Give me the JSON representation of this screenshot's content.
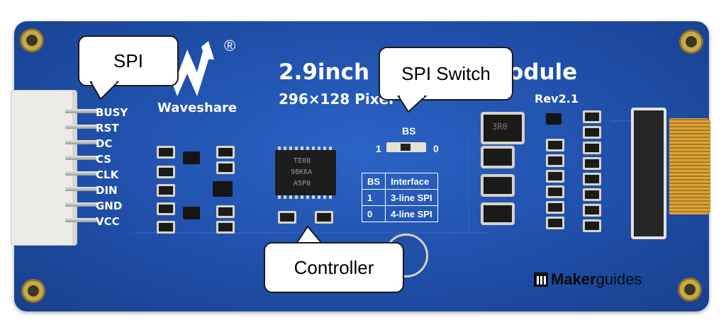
{
  "board": {
    "logo_text": "Waveshare",
    "registered_mark": "®",
    "title": "2.9inch",
    "title_tail": "odule",
    "subtitle": "296×128 Pixel",
    "revision": "Rev2.1",
    "bs_label": "BS",
    "bs_left": "1",
    "bs_right": "0",
    "pins": [
      "BUSY",
      "RST",
      "DC",
      "CS",
      "CLK",
      "DIN",
      "GND",
      "VCC"
    ],
    "chip_lines": [
      "TE08",
      "98K6A",
      "A5P0"
    ],
    "inductor_label": "3R0",
    "interface_table": {
      "headers": [
        "BS",
        "Interface"
      ],
      "rows": [
        [
          "1",
          "3-line SPI"
        ],
        [
          "0",
          "4-line SPI"
        ]
      ]
    }
  },
  "callouts": {
    "spi": "SPI",
    "spi_switch": "SPI Switch",
    "controller": "Controller"
  },
  "watermark": {
    "prefix": "Maker",
    "suffix": "guides"
  }
}
